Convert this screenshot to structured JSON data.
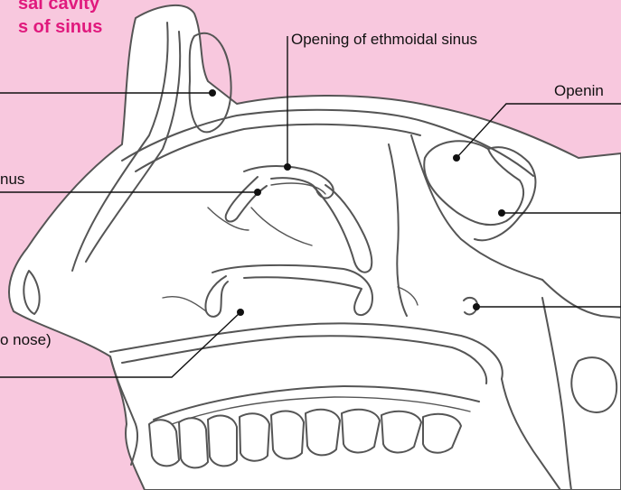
{
  "title": {
    "line1": "sal cavity",
    "line2": "s of sinus"
  },
  "labels": {
    "ethmoidal": "Opening of ethmoidal sinus",
    "sphenoidal_partial": "Openin",
    "frontal_partial": "nus",
    "nasolacrimal_partial": "o nose)"
  },
  "colors": {
    "background": "#f8c8de",
    "title": "#e0197d",
    "outline": "#555555",
    "leader": "#111111"
  }
}
